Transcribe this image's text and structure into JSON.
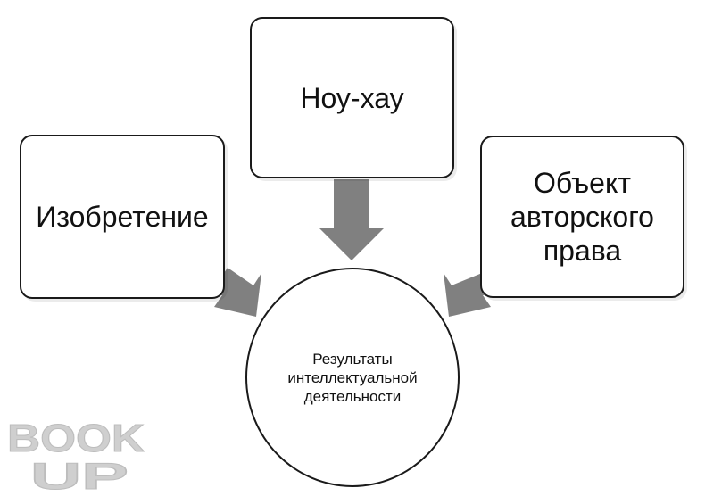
{
  "diagram": {
    "nodes": {
      "invention": {
        "label": "Изобретение"
      },
      "know_how": {
        "label": "Ноу-хау"
      },
      "copyright_object": {
        "label": "Объект авторского права"
      },
      "results": {
        "label": "Результаты\nинтеллектуальной\nдеятельности"
      }
    },
    "arrows": [
      {
        "from": "invention",
        "to": "results"
      },
      {
        "from": "know_how",
        "to": "results"
      },
      {
        "from": "copyright_object",
        "to": "results"
      }
    ],
    "colors": {
      "border": "#1a1a1a",
      "arrow": "#808080",
      "watermark": "#cfcfcf"
    }
  },
  "watermark": {
    "line1": "BOOK",
    "line2": "UP"
  }
}
